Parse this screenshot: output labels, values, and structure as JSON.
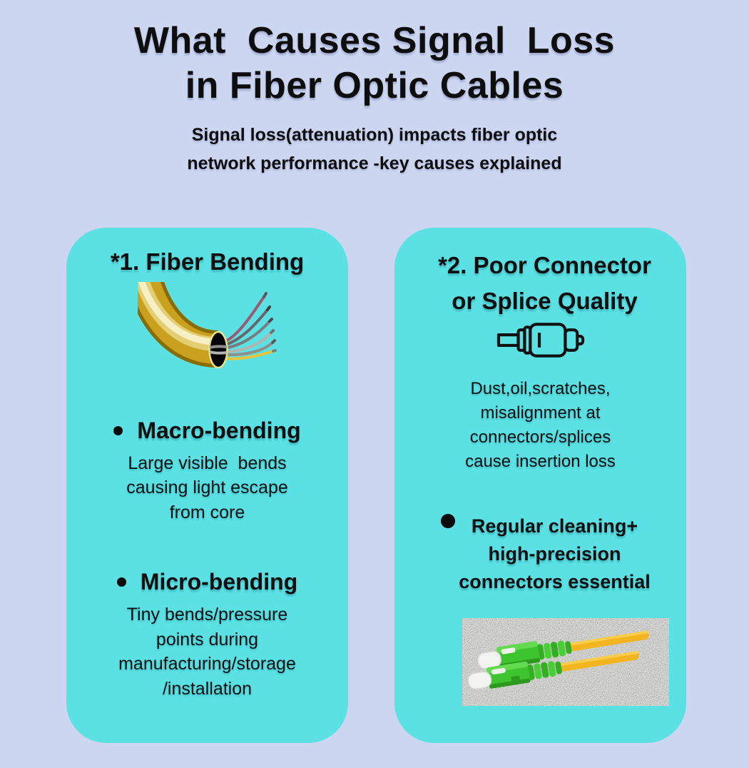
{
  "page": {
    "title": "What  Causes Signal  Loss\nin Fiber Optic Cables",
    "subtitle": "Signal loss(attenuation) impacts fiber optic\nnetwork performance -key causes explained"
  },
  "cards": {
    "fiber_bending": {
      "heading": "*1. Fiber Bending",
      "items": [
        {
          "title": "Macro-bending",
          "description": "Large visible  bends\ncausing light escape\nfrom core"
        },
        {
          "title": "Micro-bending",
          "description": "Tiny bends/pressure\npoints during\nmanufacturing/storage\n/installation"
        }
      ]
    },
    "connector_quality": {
      "heading": "*2. Poor Connector\nor Splice Quality",
      "description": "Dust,oil,scratches,\nmisalignment at\nconnectors/splices\ncause insertion loss",
      "tip": "Regular cleaning+\nhigh-precision\nconnectors essential"
    }
  },
  "icons": {
    "cable_illustration": "bent-fiber-cable-with-splayed-strands",
    "connector_icon": "fiber-connector-outline",
    "patch_cord_photo": "green-sc-apc-connectors-yellow-cables"
  },
  "colors": {
    "background": "#CCD6F0",
    "card": "#5BE0E4",
    "text": "#0E0E0E",
    "cable_jacket_gold": "#C9A11E",
    "patch_cord_green": "#3EC42E",
    "patch_cord_yellow": "#F2B51F"
  }
}
